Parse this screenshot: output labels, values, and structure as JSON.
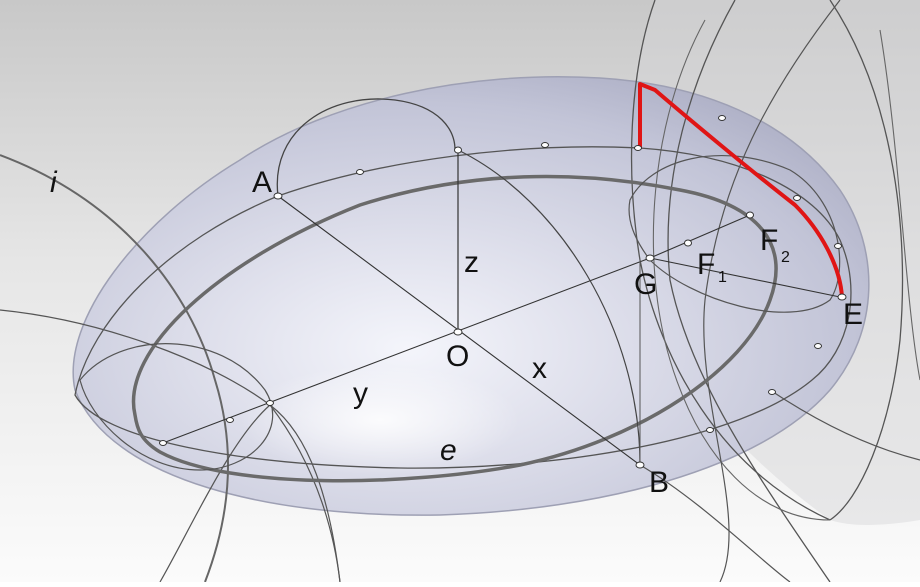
{
  "labels": {
    "A": "A",
    "B": "B",
    "E": "E",
    "G": "G",
    "O": "O",
    "F1_main": "F",
    "F1_sub": "1",
    "F2_main": "F",
    "F2_sub": "2",
    "x": "x",
    "y": "y",
    "z": "z",
    "e": "e",
    "i": "i"
  },
  "colors": {
    "background_top": "#c9c9c9",
    "background_bottom": "#fafafa",
    "body_fill": "#c4c6d8",
    "curve": "#444444",
    "thick_curve": "#666666",
    "highlight": "#e01515"
  }
}
